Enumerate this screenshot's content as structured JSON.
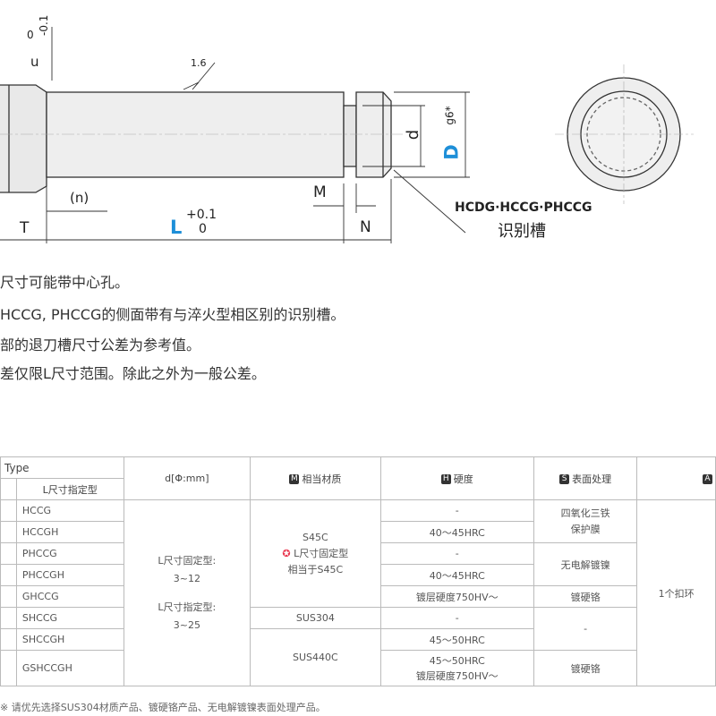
{
  "drawing": {
    "tol_left_top": "0",
    "tol_left_bottom": "-0.1",
    "tol_left_letter": "u",
    "roughness": "1.6",
    "n_label": "(n)",
    "t_label": "T",
    "l_label": "L",
    "l_tol_top": "+0.1",
    "l_tol_bottom": "0",
    "m_label": "M",
    "n2_label": "N",
    "d_label": "d",
    "D_label": "D",
    "D_sub": "g6*",
    "groove_models": "HCDG·HCCG·PHCCG",
    "groove_name": "识别槽"
  },
  "notes": [
    "尺寸可能带中心孔。",
    "HCCG, PHCCG的侧面带有与淬火型相区别的识别槽。",
    "部的退刀槽尺寸公差为参考值。",
    "差仅限L尺寸范围。除此之外为一般公差。"
  ],
  "table": {
    "header": {
      "type": "Type",
      "l_specified": "L尺寸指定型",
      "d": "d[Φ:mm]",
      "material_icon": "M",
      "material": "相当材质",
      "hardness_icon": "H",
      "hardness": "硬度",
      "surface_icon": "S",
      "surface": "表面处理",
      "extra_icon": "A"
    },
    "rows": [
      {
        "type": "HCCG",
        "hardness": "-"
      },
      {
        "type": "HCCGH",
        "hardness": "40～45HRC"
      },
      {
        "type": "PHCCG",
        "hardness": "-"
      },
      {
        "type": "PHCCGH",
        "hardness": "40～45HRC"
      },
      {
        "type": "GHCCG",
        "hardness": "镀层硬度750HV～"
      },
      {
        "type": "SHCCG",
        "hardness": "-"
      },
      {
        "type": "SHCCGH",
        "hardness": "45～50HRC"
      },
      {
        "type": "GSHCCGH",
        "hardness": "45～50HRC",
        "hardness2": "镀层硬度750HV～"
      }
    ],
    "d_fixed": "L尺寸固定型:",
    "d_fixed_range": "3~12",
    "d_spec": "L尺寸指定型:",
    "d_spec_range": "3~25",
    "mat_s45c": "S45C",
    "mat_s45c_note1": "L尺寸固定型",
    "mat_s45c_note2": "相当于S45C",
    "mat_sus304": "SUS304",
    "mat_sus440c": "SUS440C",
    "surf_1a": "四氧化三铁",
    "surf_1b": "保护膜",
    "surf_2": "无电解镀镍",
    "surf_3": "镀硬铬",
    "surf_4": "-",
    "surf_5": "镀硬铬",
    "extra": "1个扣环"
  },
  "footnote": "※ 请优先选择SUS304材质产品、镀硬铬产品、无电解镀镍表面处理产品。"
}
